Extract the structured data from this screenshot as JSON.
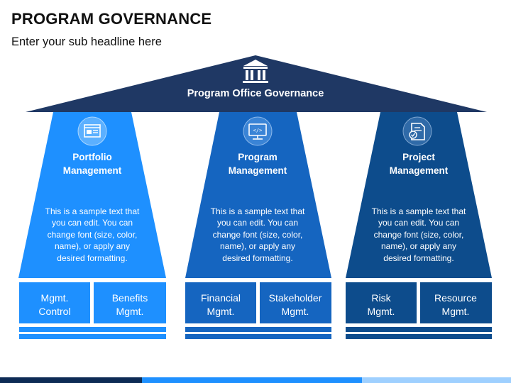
{
  "header": {
    "title": "PROGRAM GOVERNANCE",
    "subtitle": "Enter your sub headline here"
  },
  "roof": {
    "label": "Program Office Governance",
    "icon": "bank-building-icon",
    "color": "#1F3864"
  },
  "columns": [
    {
      "heading_line1": "Portfolio",
      "heading_line2": "Management",
      "icon": "browser-window-icon",
      "color": "#1E90FF",
      "text_lines": [
        "This is a sample text that",
        "you can edit. You can",
        "change font (size, color,",
        "name), or apply any",
        "desired formatting."
      ],
      "tiles": [
        {
          "line1": "Mgmt.",
          "line2": "Control"
        },
        {
          "line1": "Benefits",
          "line2": "Mgmt."
        }
      ]
    },
    {
      "heading_line1": "Program",
      "heading_line2": "Management",
      "icon": "code-monitor-icon",
      "color": "#1565C0",
      "text_lines": [
        "This is a sample text that",
        "you can edit. You can",
        "change font (size, color,",
        "name), or apply any",
        "desired formatting."
      ],
      "tiles": [
        {
          "line1": "Financial",
          "line2": "Mgmt."
        },
        {
          "line1": "Stakeholder",
          "line2": "Mgmt."
        }
      ]
    },
    {
      "heading_line1": "Project",
      "heading_line2": "Management",
      "icon": "checklist-document-icon",
      "color": "#0D4C8C",
      "text_lines": [
        "This is a sample text that",
        "you can edit. You can",
        "change font (size, color,",
        "name), or apply any",
        "desired formatting."
      ],
      "tiles": [
        {
          "line1": "Risk",
          "line2": "Mgmt."
        },
        {
          "line1": "Resource",
          "line2": "Mgmt."
        }
      ]
    }
  ]
}
